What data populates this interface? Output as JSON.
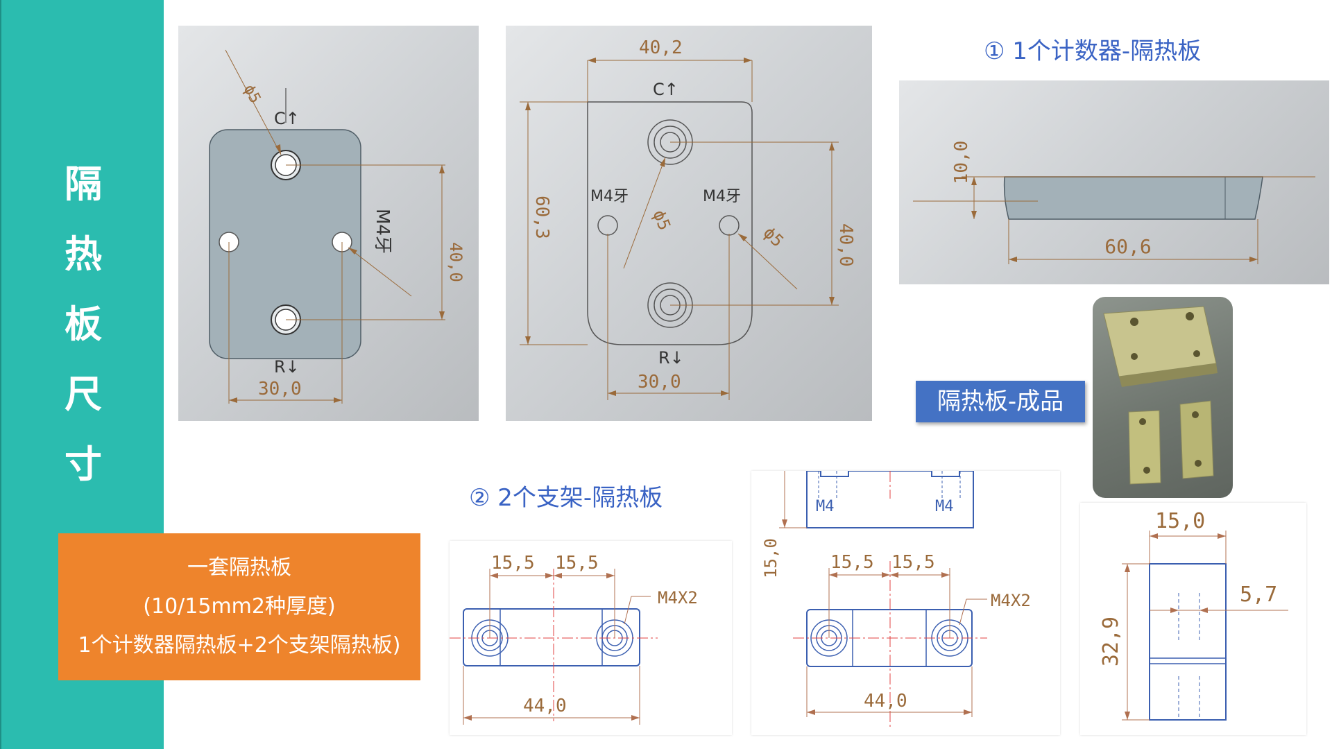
{
  "sidebar": {
    "title_chars": [
      "隔",
      "热",
      "板",
      "尺",
      "寸"
    ]
  },
  "headings": {
    "counter": "① 1个计数器-隔热板",
    "bracket": "② 2个支架-隔热板"
  },
  "summary_box": {
    "line1": "一套隔热板",
    "line2": "(10/15mm2种厚度)",
    "line3": "1个计数器隔热板+2个支架隔热板)"
  },
  "product_badge": "隔热板-成品",
  "drawing1": {
    "phi": "ϕ5",
    "top_label": "C↑",
    "bottom_label": "R↓",
    "thread": "M4牙",
    "height": "40,0",
    "width": "30,0"
  },
  "drawing2": {
    "width_top": "40,2",
    "top_label": "C↑",
    "bottom_label": "R↓",
    "thread_left": "M4牙",
    "thread_right": "M4牙",
    "phi_center": "ϕ5",
    "phi_right": "ϕ5",
    "height_left": "60,3",
    "height_right": "40,0",
    "width_bottom": "30,0"
  },
  "drawing3": {
    "thickness": "10,0",
    "length": "60,6"
  },
  "drawing4": {
    "left_half": "15,5",
    "right_half": "15,5",
    "thread": "M4X2",
    "total": "44,0"
  },
  "drawing5": {
    "thread_left": "M4",
    "thread_right": "M4",
    "height": "15,0",
    "left_half": "15,5",
    "right_half": "15,5",
    "thread": "M4X2",
    "total": "44,0"
  },
  "drawing6": {
    "width": "15,0",
    "height": "32,9",
    "depth": "5,7"
  }
}
